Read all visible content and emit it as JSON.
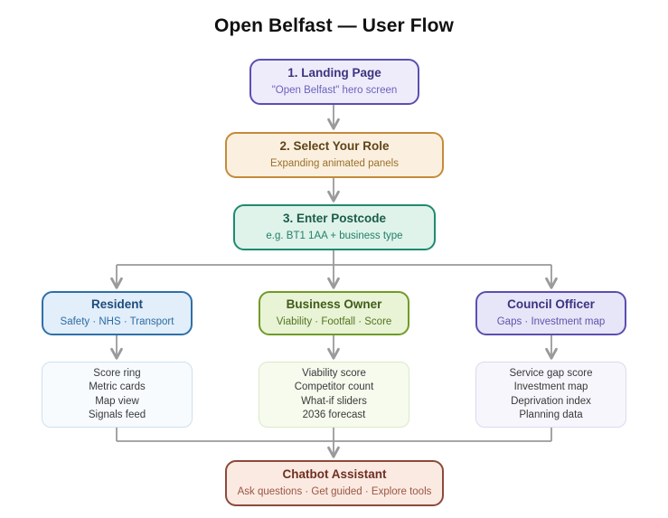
{
  "diagram": {
    "title": "Open Belfast — User Flow",
    "connector_color": "#9a9a9a"
  },
  "steps": [
    {
      "id": "landing",
      "title": "1. Landing Page",
      "subtitle": "\"Open Belfast\" hero screen",
      "border_color": "#5a4fb0",
      "fill_color": "#eeecfb",
      "title_color": "#3b3480",
      "subtitle_color": "#6a62bd"
    },
    {
      "id": "role",
      "title": "2. Select Your Role",
      "subtitle": "Expanding animated panels",
      "border_color": "#c58a3a",
      "fill_color": "#fbf0df",
      "title_color": "#5f4418",
      "subtitle_color": "#9a6f2c"
    },
    {
      "id": "postcode",
      "title": "3. Enter Postcode",
      "subtitle": "e.g. BT1 1AA + business type",
      "border_color": "#1f8a70",
      "fill_color": "#dff3ea",
      "title_color": "#1b5c4a",
      "subtitle_color": "#23806a"
    }
  ],
  "roles": [
    {
      "id": "resident",
      "title": "Resident",
      "subtitle": "Safety · NHS · Transport",
      "border_color": "#2f6fa8",
      "fill_color": "#e2eefa",
      "title_color": "#1d4c7a",
      "subtitle_color": "#2c6ca3",
      "panel_border": "#cfe0ee",
      "panel_fill": "#f7fbfe",
      "panel_items": [
        "Score ring",
        "Metric cards",
        "Map view",
        "Signals feed"
      ]
    },
    {
      "id": "business",
      "title": "Business Owner",
      "subtitle": "Viability · Footfall · Score",
      "border_color": "#6f9b28",
      "fill_color": "#e9f3d6",
      "title_color": "#3f5c18",
      "subtitle_color": "#52761f",
      "panel_border": "#dbe9c6",
      "panel_fill": "#f6fbee",
      "panel_items": [
        "Viability score",
        "Competitor count",
        "What-if sliders",
        "2036 forecast"
      ]
    },
    {
      "id": "council",
      "title": "Council Officer",
      "subtitle": "Gaps · Investment map",
      "border_color": "#5a4fb0",
      "fill_color": "#e7e5f8",
      "title_color": "#3b3480",
      "subtitle_color": "#5d55ab",
      "panel_border": "#ddd9ee",
      "panel_fill": "#f7f6fc",
      "panel_items": [
        "Service gap score",
        "Investment map",
        "Deprivation index",
        "Planning data"
      ]
    }
  ],
  "chatbot": {
    "id": "chatbot",
    "title": "Chatbot Assistant",
    "subtitle": "Ask questions · Get guided · Explore tools",
    "border_color": "#8b4a3a",
    "fill_color": "#fbeae2",
    "title_color": "#6f2f22",
    "subtitle_color": "#9a5642"
  }
}
